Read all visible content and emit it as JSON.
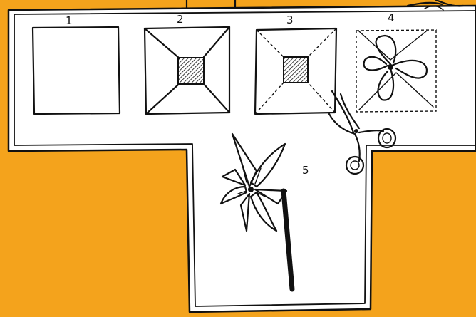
{
  "colors": {
    "background": "#f4a31c",
    "panel": "#ffffff",
    "ink": "#111111"
  },
  "steps": [
    {
      "number": "1"
    },
    {
      "number": "2"
    },
    {
      "number": "3"
    },
    {
      "number": "4"
    },
    {
      "number": "5"
    }
  ],
  "icons": [
    "scissors-icon",
    "pinwheel-icon"
  ]
}
